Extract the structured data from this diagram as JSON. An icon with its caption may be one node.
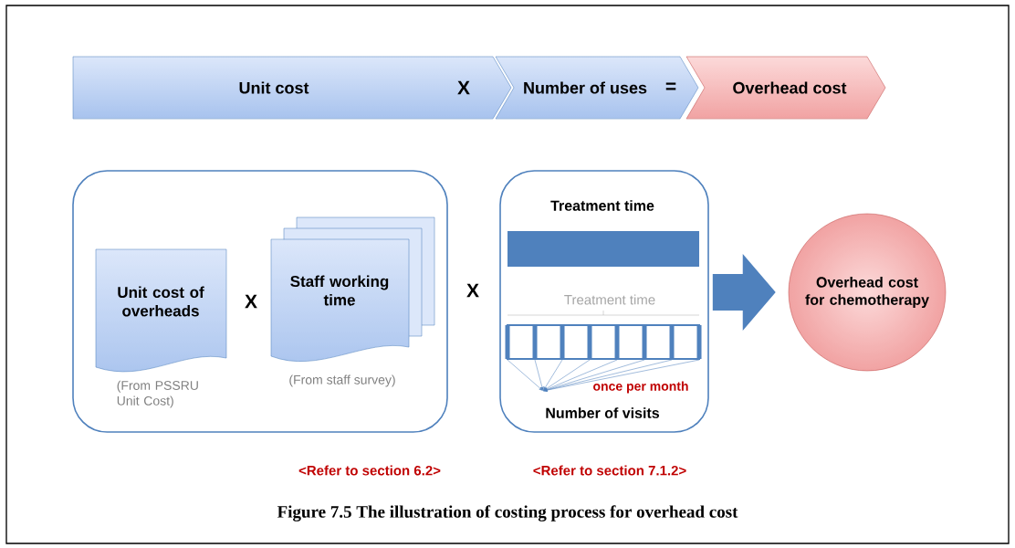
{
  "diagram": {
    "caption": "Figure 7.5 The illustration of costing process for overhead cost",
    "nodes": [
      {
        "text": [
          "Unit cost"
        ]
      },
      {
        "text": [
          "Number of uses"
        ]
      },
      {
        "text": [
          "Overhead cost"
        ]
      },
      {
        "text": [],
        "shape": "box"
      },
      {
        "text": [
          "Unit cost of overheads"
        ],
        "in": 3,
        "beside": [
          "(From PSSRU Unit Cost)"
        ]
      },
      {
        "text": [
          "Staff working time"
        ],
        "in": 3,
        "beside": [
          "(From staff survey)"
        ]
      },
      {
        "text": [
          "Treatment time",
          "Number of visits"
        ]
      },
      {
        "text": [
          "Overhead cost for chemotherapy"
        ]
      }
    ],
    "edges": [
      {
        "from": 6,
        "to": 7,
        "arrow": "to",
        "style": "thick"
      }
    ],
    "labels": [
      "X",
      "=",
      "X",
      "X",
      "Treatment time",
      "once per month",
      "<Refer to section 6.2>",
      "<Refer to section 7.1.2>"
    ]
  }
}
